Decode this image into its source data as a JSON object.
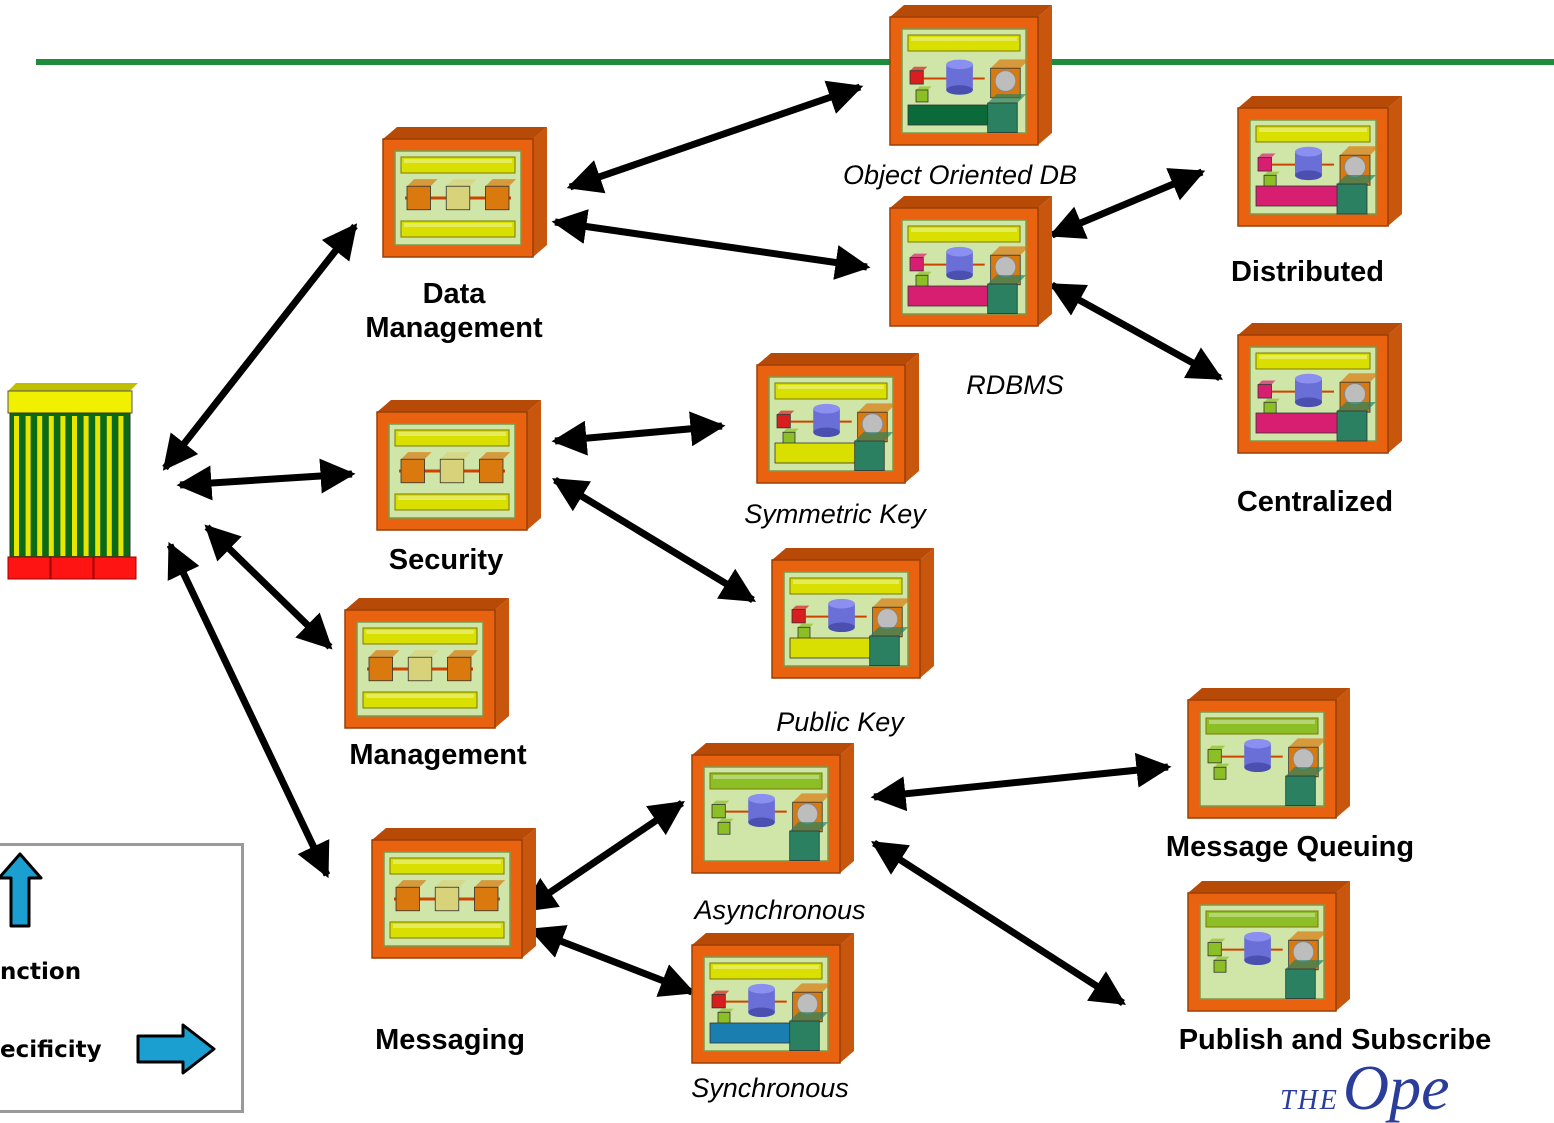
{
  "colors": {
    "header_rule": "#1e8c3a",
    "arrow": "#000000",
    "frame": "#e8620f",
    "frame_dark": "#b84a08",
    "panel": "#cfe6a8",
    "yellow_bar": "#d9e000",
    "green_bar": "#8cbf26",
    "magenta": "#d81e70",
    "teal": "#2a8060",
    "blue_cyl": "#6a6fd8",
    "orange_box": "#d9790e",
    "legend_arrow": "#1a9fd0",
    "logo": "#2a3d9a"
  },
  "labels": {
    "data_management": [
      "Data",
      "Management"
    ],
    "security": "Security",
    "management": "Management",
    "messaging": "Messaging",
    "object_oriented_db": "Object Oriented DB",
    "rdbms": "RDBMS",
    "distributed": "Distributed",
    "centralized": "Centralized",
    "symmetric_key": "Symmetric Key",
    "public_key": "Public Key",
    "asynchronous": "Asynchronous",
    "synchronous": "Synchronous",
    "message_queuing": "Message Queuing",
    "publish_subscribe": "Publish and Subscribe"
  },
  "legend": {
    "function_label": "nction",
    "specificity_label": "ecificity"
  },
  "logo": {
    "prefix": "THE",
    "letters": "Ope"
  }
}
